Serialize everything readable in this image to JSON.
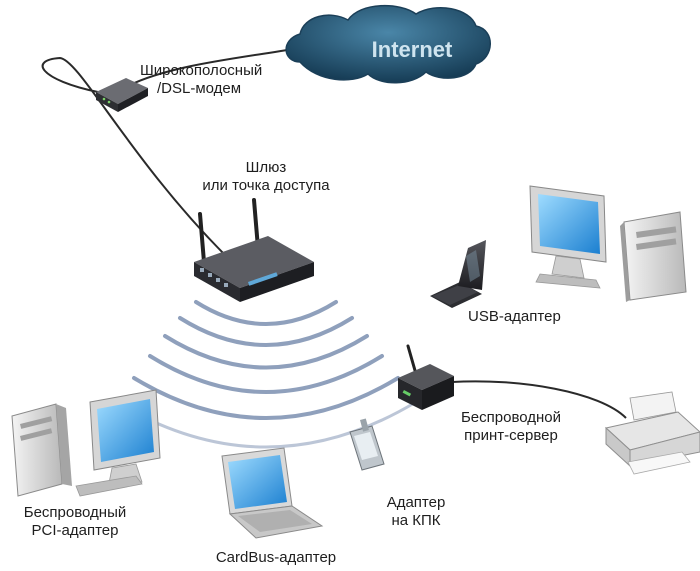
{
  "cloud": {
    "label": "Internet"
  },
  "labels": {
    "modem": [
      "Широкополосный",
      "/DSL-модем"
    ],
    "gateway": [
      "Шлюз",
      "или точка доступа"
    ],
    "usb": [
      "USB-адаптер"
    ],
    "print_server": [
      "Беспроводной",
      "принт-сервер"
    ],
    "pda": [
      "Адаптер",
      "на КПК"
    ],
    "cardbus": [
      "CardBus-адаптер"
    ],
    "pci": [
      "Беспроводный",
      "PCI-адаптер"
    ]
  },
  "colors": {
    "cloud": "#21506e",
    "cloud_text": "#cfe4ef",
    "wave": "#8fa0bc",
    "cable": "#2a2a2a",
    "screen": "#3da6e6",
    "device_dark": "#2f2f33"
  },
  "icons": [
    "cloud-icon",
    "modem-icon",
    "router-icon",
    "usb-adapter-icon",
    "desktop-pc-icon",
    "print-server-icon",
    "printer-icon",
    "pda-icon",
    "laptop-icon"
  ]
}
